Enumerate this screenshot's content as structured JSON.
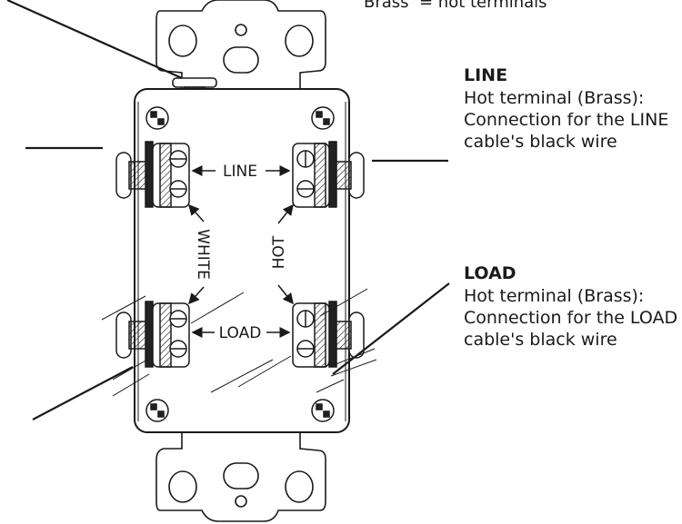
{
  "top_note": "Brass  = hot terminals",
  "diagram_labels": {
    "line": "LINE",
    "load": "LOAD",
    "white": "WHITE",
    "hot": "HOT"
  },
  "callouts": [
    {
      "title": "LINE",
      "description": "Hot terminal (Brass): Connection for the LINE cable's black wire"
    },
    {
      "title": "LOAD",
      "description": "Hot terminal (Brass): Connection for the LOAD cable's black wire"
    }
  ]
}
